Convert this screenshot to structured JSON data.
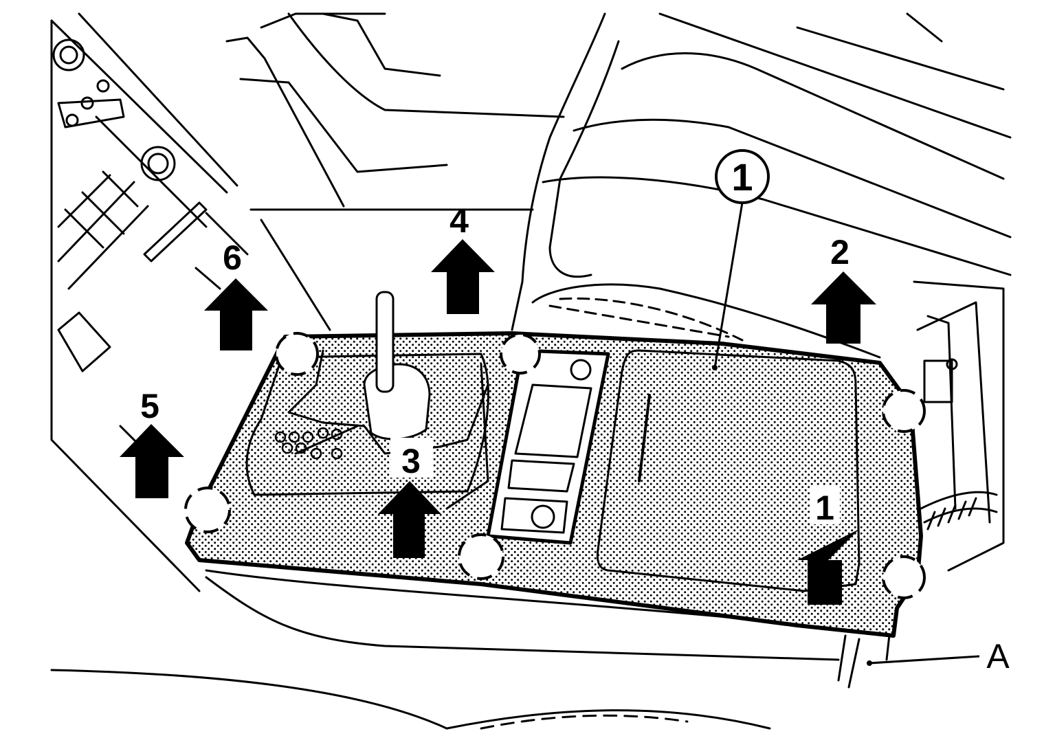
{
  "diagram": {
    "part_callout": "1",
    "reference_letter": "A",
    "arrow_labels": [
      "1",
      "2",
      "3",
      "4",
      "5",
      "6"
    ]
  }
}
